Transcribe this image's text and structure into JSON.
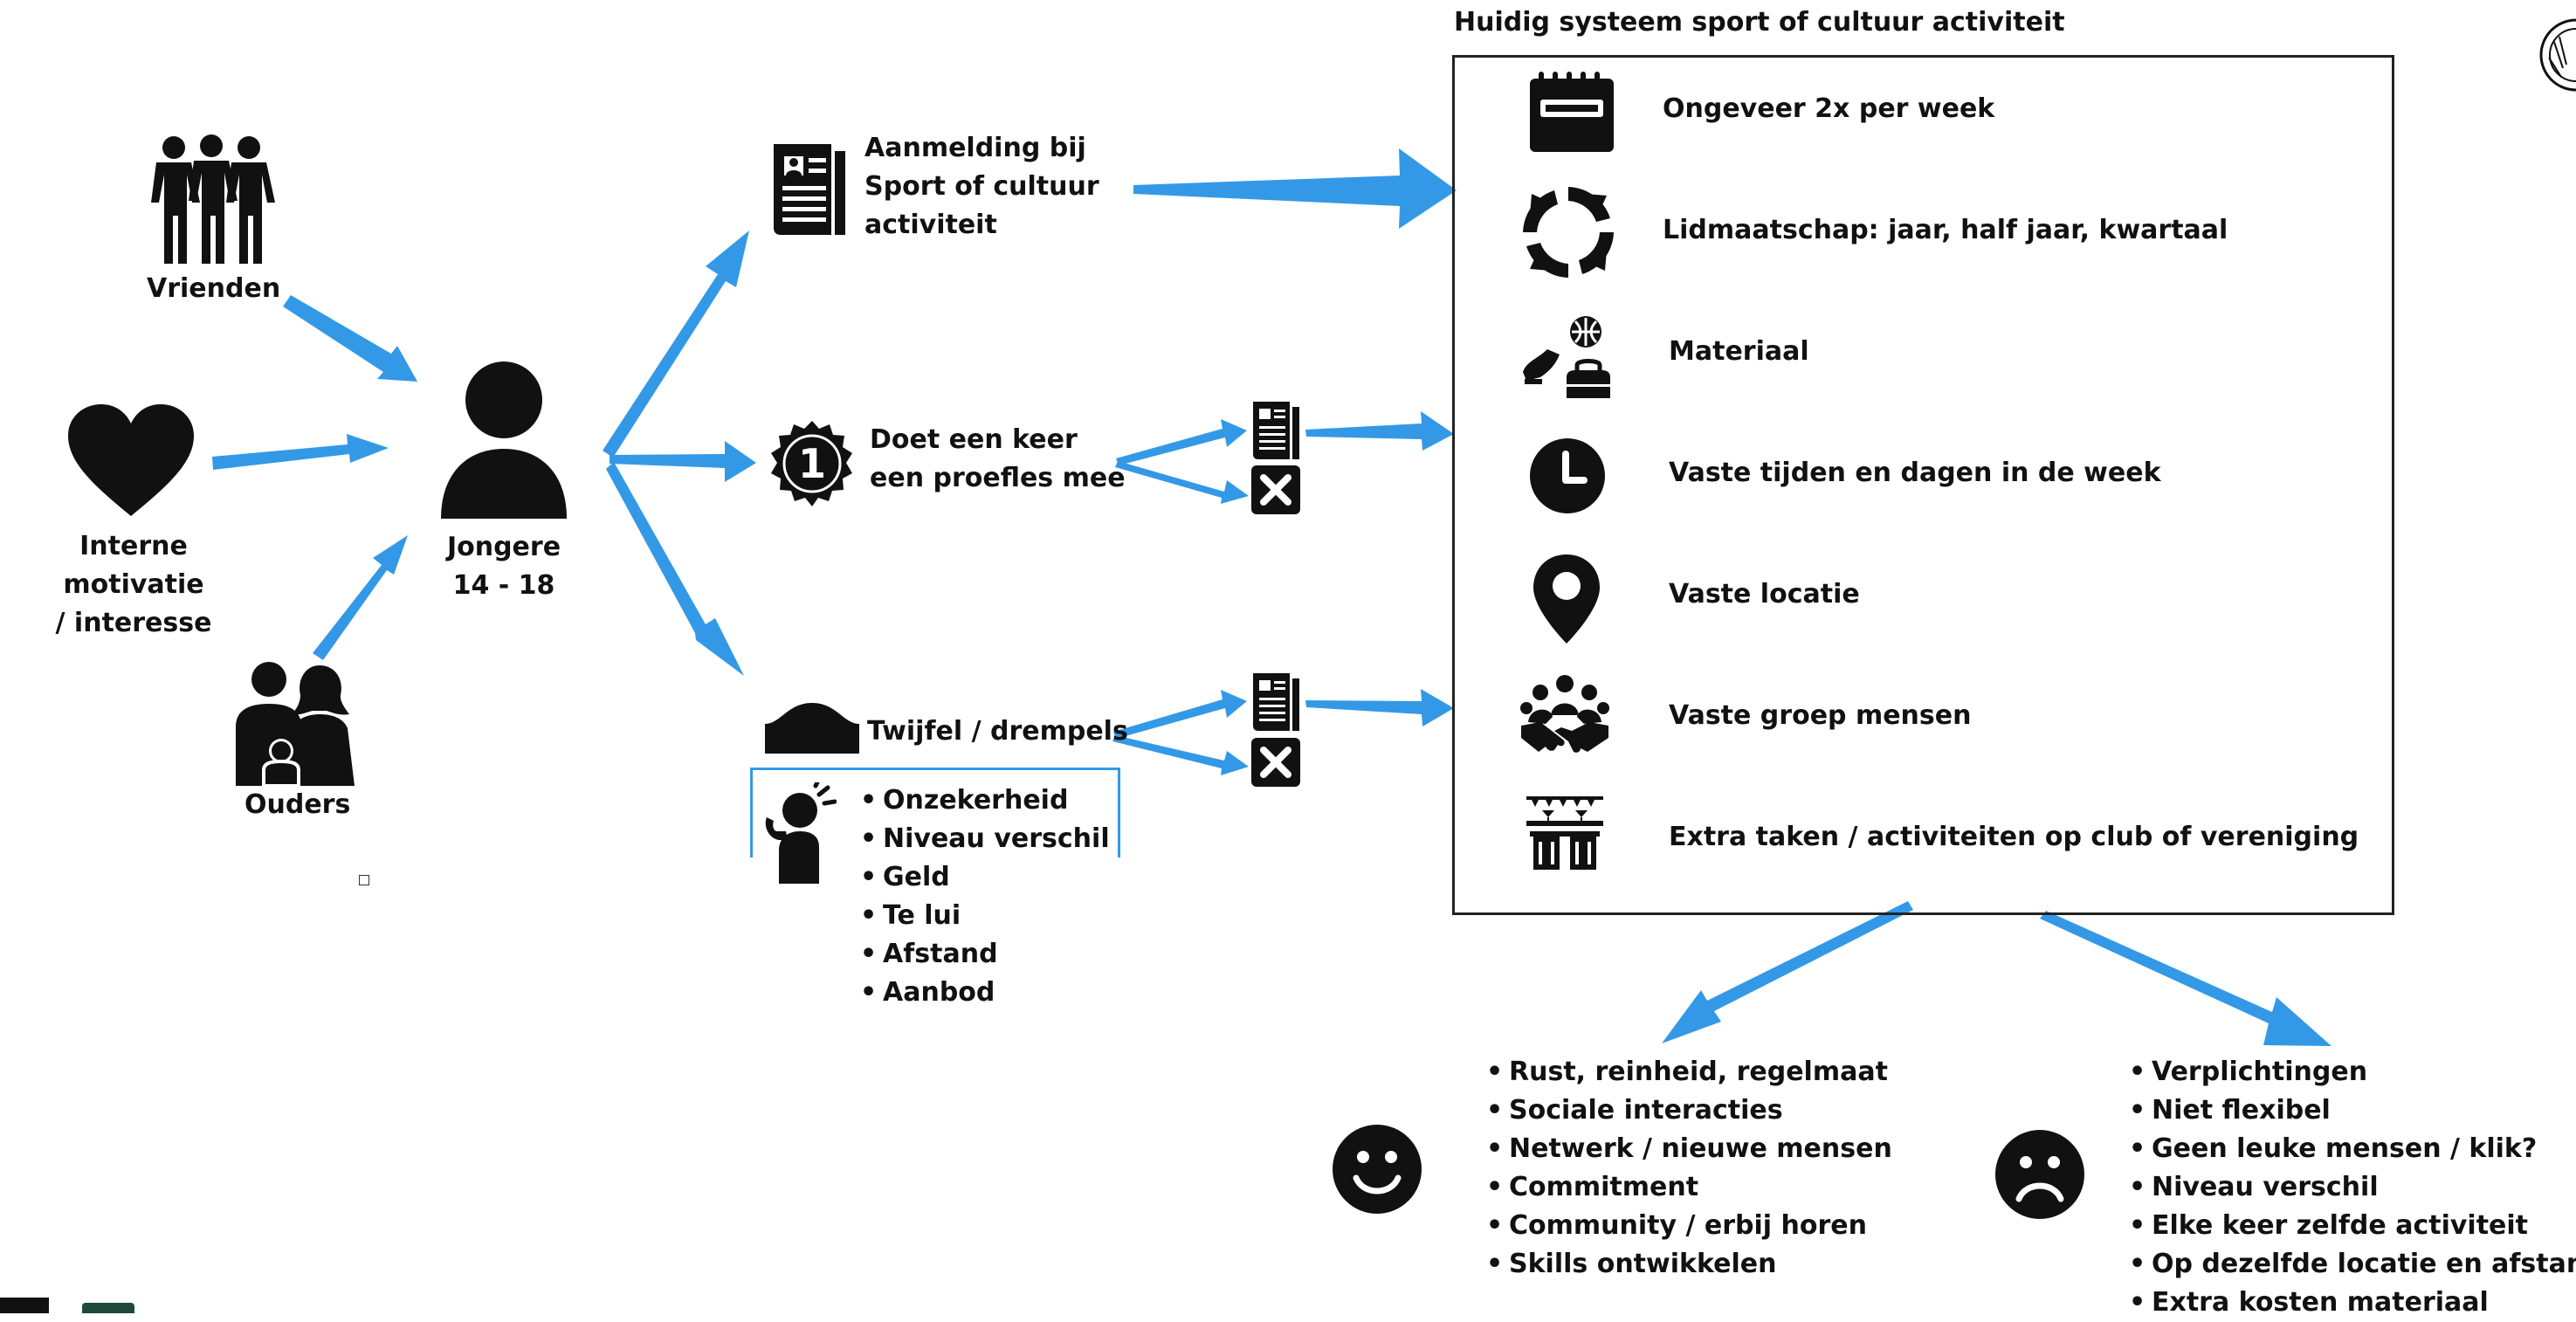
{
  "nodes": {
    "vrienden": "Vrienden",
    "motivatie": [
      "Interne motivatie",
      "/ interesse"
    ],
    "ouders": "Ouders",
    "jongere": [
      "Jongere",
      "14 - 18"
    ],
    "aanmelding": [
      "Aanmelding bij",
      "Sport of cultuur",
      "activiteit"
    ],
    "proefles": [
      "Doet een keer",
      "een proefles mee"
    ],
    "twijfel": "Twijfel / drempels",
    "proefles_badge": "1"
  },
  "drempels": [
    "Onzekerheid",
    "Niveau verschil",
    "Geld",
    "Te lui",
    "Afstand",
    "Aanbod"
  ],
  "system": {
    "title": "Huidig systeem sport of cultuur activiteit",
    "rows": [
      {
        "icon": "calendar-icon",
        "label": "Ongeveer 2x per week"
      },
      {
        "icon": "cycle-icon",
        "label": "Lidmaatschap: jaar, half jaar, kwartaal"
      },
      {
        "icon": "sports-gear-icon",
        "label": "Materiaal"
      },
      {
        "icon": "clock-icon",
        "label": "Vaste tijden en dagen in de week"
      },
      {
        "icon": "location-pin-icon",
        "label": "Vaste locatie"
      },
      {
        "icon": "group-handshake-icon",
        "label": "Vaste groep mensen"
      },
      {
        "icon": "club-bar-icon",
        "label": "Extra taken / activiteiten op club of vereniging"
      }
    ]
  },
  "positives": [
    "Rust, reinheid, regelmaat",
    "Sociale interacties",
    "Netwerk / nieuwe mensen",
    "Commitment",
    "Community / erbij horen",
    "Skills ontwikkelen"
  ],
  "negatives": [
    "Verplichtingen",
    "Niet flexibel",
    "Geen leuke mensen / klik?",
    "Niveau verschil",
    "Elke keer zelfde activiteit",
    "Op dezelfde locatie en afstand",
    "Extra kosten materiaal"
  ],
  "colors": {
    "arrow": "#3399e6",
    "ink": "#111111",
    "frame": "#222222",
    "drempel_box": "#3399e6"
  }
}
